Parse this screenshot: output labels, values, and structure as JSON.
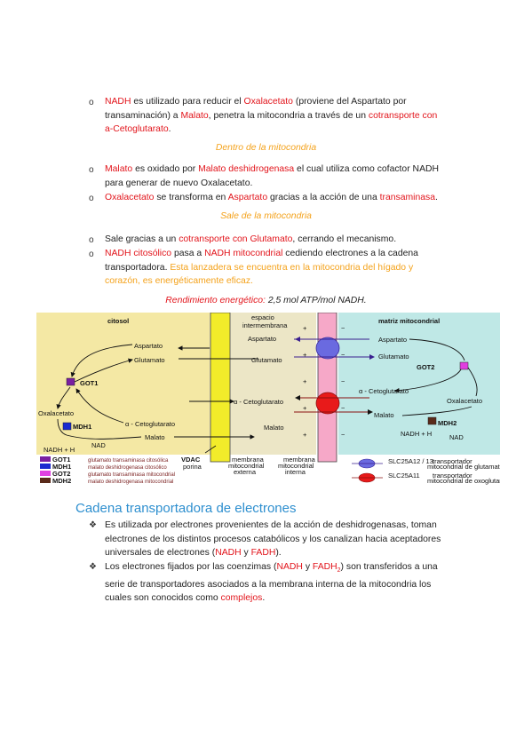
{
  "para1": {
    "w1": "NADH",
    "t1": " es utilizado para reducir el ",
    "w2": "Oxalacetato",
    "t2": " (proviene del Aspartato por",
    "t3": "transaminación) a ",
    "w3": "Malato",
    "t4": ", penetra la mitocondria a través de un ",
    "w4": "cotransporte con",
    "w5": "a-Cetoglutarato",
    "t5": "."
  },
  "section1": "Dentro de la mitocondria",
  "para2": {
    "w1": "Malato",
    "t1": " es oxidado por ",
    "w2": "Malato deshidrogenasa",
    "t2": " el cual utiliza como cofactor NADH",
    "t3": "para generar de nuevo Oxalacetato."
  },
  "para3": {
    "w1": "Oxalacetato",
    "t1": " se transforma en ",
    "w2": "Aspartato",
    "t2": " gracias a la acción de una ",
    "w3": "transaminasa",
    "t3": "."
  },
  "section2": "Sale de la mitocondria",
  "para4": {
    "t1": "Sale gracias a un ",
    "w1": "cotransporte con Glutamato",
    "t2": ", cerrando el mecanismo."
  },
  "para5": {
    "w1": "NADH citosólico",
    "t1": " pasa a ",
    "w2": "NADH mitocondrial",
    "t2": " cediendo electrones a la cadena",
    "t3": "transportadora. ",
    "o1": "Esta lanzadera se encuentra en la mitocondria del hígado y",
    "o2": "corazón, es energéticamente eficaz."
  },
  "rendimiento": {
    "label": "Rendimiento energético:",
    "value": " 2,5 mol ATP/mol NADH."
  },
  "figure": {
    "citosol": "citosol",
    "espacio1": "espacio",
    "espacio2": "intermembrana",
    "matriz": "matriz mitocondrial",
    "aspartato_l": "Aspartato",
    "glutamato_l": "Glutamato",
    "got1": "GOT1",
    "oxalacetato_l": "Oxalacetato",
    "mdh1": "MDH1",
    "nadh_l": "NADH + H",
    "nad_l": "NAD",
    "ceto_l": "α - Cetoglutarato",
    "malato_l": "Malato",
    "aspartato_m": "Aspartato",
    "glutamato_m": "Glutamato",
    "ceto_m": "α - Cetoglutarato",
    "malato_m": "Malato",
    "aspartato_r": "Aspartato",
    "glutamato_r": "Glutamato",
    "got2": "GOT2",
    "ceto_r": "α - Cetoglutarato",
    "oxalacetato_r": "Oxalacetato",
    "malato_r": "Malato",
    "mdh2": "MDH2",
    "nadh_r": "NADH + H",
    "nad_r": "NAD",
    "vdac1": "VDAC",
    "vdac2": "porina",
    "mem_ext1": "membrana",
    "mem_ext2": "mitocondrial",
    "mem_ext3": "externa",
    "mem_int1": "membrana",
    "mem_int2": "mitocondrial",
    "mem_int3": "interna",
    "legend": [
      {
        "code": "GOT1",
        "desc": "glutamato transaminasa citosólica",
        "color": "#7a1fa2"
      },
      {
        "code": "MDH1",
        "desc": "malato deshidrogenasa citosólico",
        "color": "#1a2bd0"
      },
      {
        "code": "GOT2",
        "desc": "glutamato transaminasa mitocondrial",
        "color": "#e040e0"
      },
      {
        "code": "MDH2",
        "desc": "malato deshidrogenasa mitocondrial",
        "color": "#5a2a1a"
      }
    ],
    "slc1_code": "SLC25A12 / 13",
    "slc1_desc1": "transportador",
    "slc1_desc2": "mitocondrial de glutamato",
    "slc2_code": "SLC25A11",
    "slc2_desc1": "transportador",
    "slc2_desc2": "mitocondrial de oxoglutarato",
    "plus": "+",
    "minus": "−"
  },
  "heading": "Cadena transportadora de electrones",
  "para6": {
    "t1": "Es utilizada por electrones provenientes de la acción de deshidrogenasas, toman",
    "t2": "electrones de los distintos procesos catabólicos y los canalizan hacia aceptadores",
    "t3": "universales de electrones (",
    "w1": "NADH",
    "t4": " y ",
    "w2": "FADH",
    "t5": ")."
  },
  "para7": {
    "t1": "Los electrones fijados por las coenzimas (",
    "w1": "NADH",
    "t2": " y ",
    "w2": "FADH",
    "sub": "2",
    "t3": ") son transferidos a una",
    "t4": "serie de transportadores asociados a la membrana interna de la mitocondria los",
    "t5": "cuales son conocidos como ",
    "w3": "complejos",
    "t6": "."
  },
  "bullet_circle": "o",
  "bullet_diamond": "❖"
}
